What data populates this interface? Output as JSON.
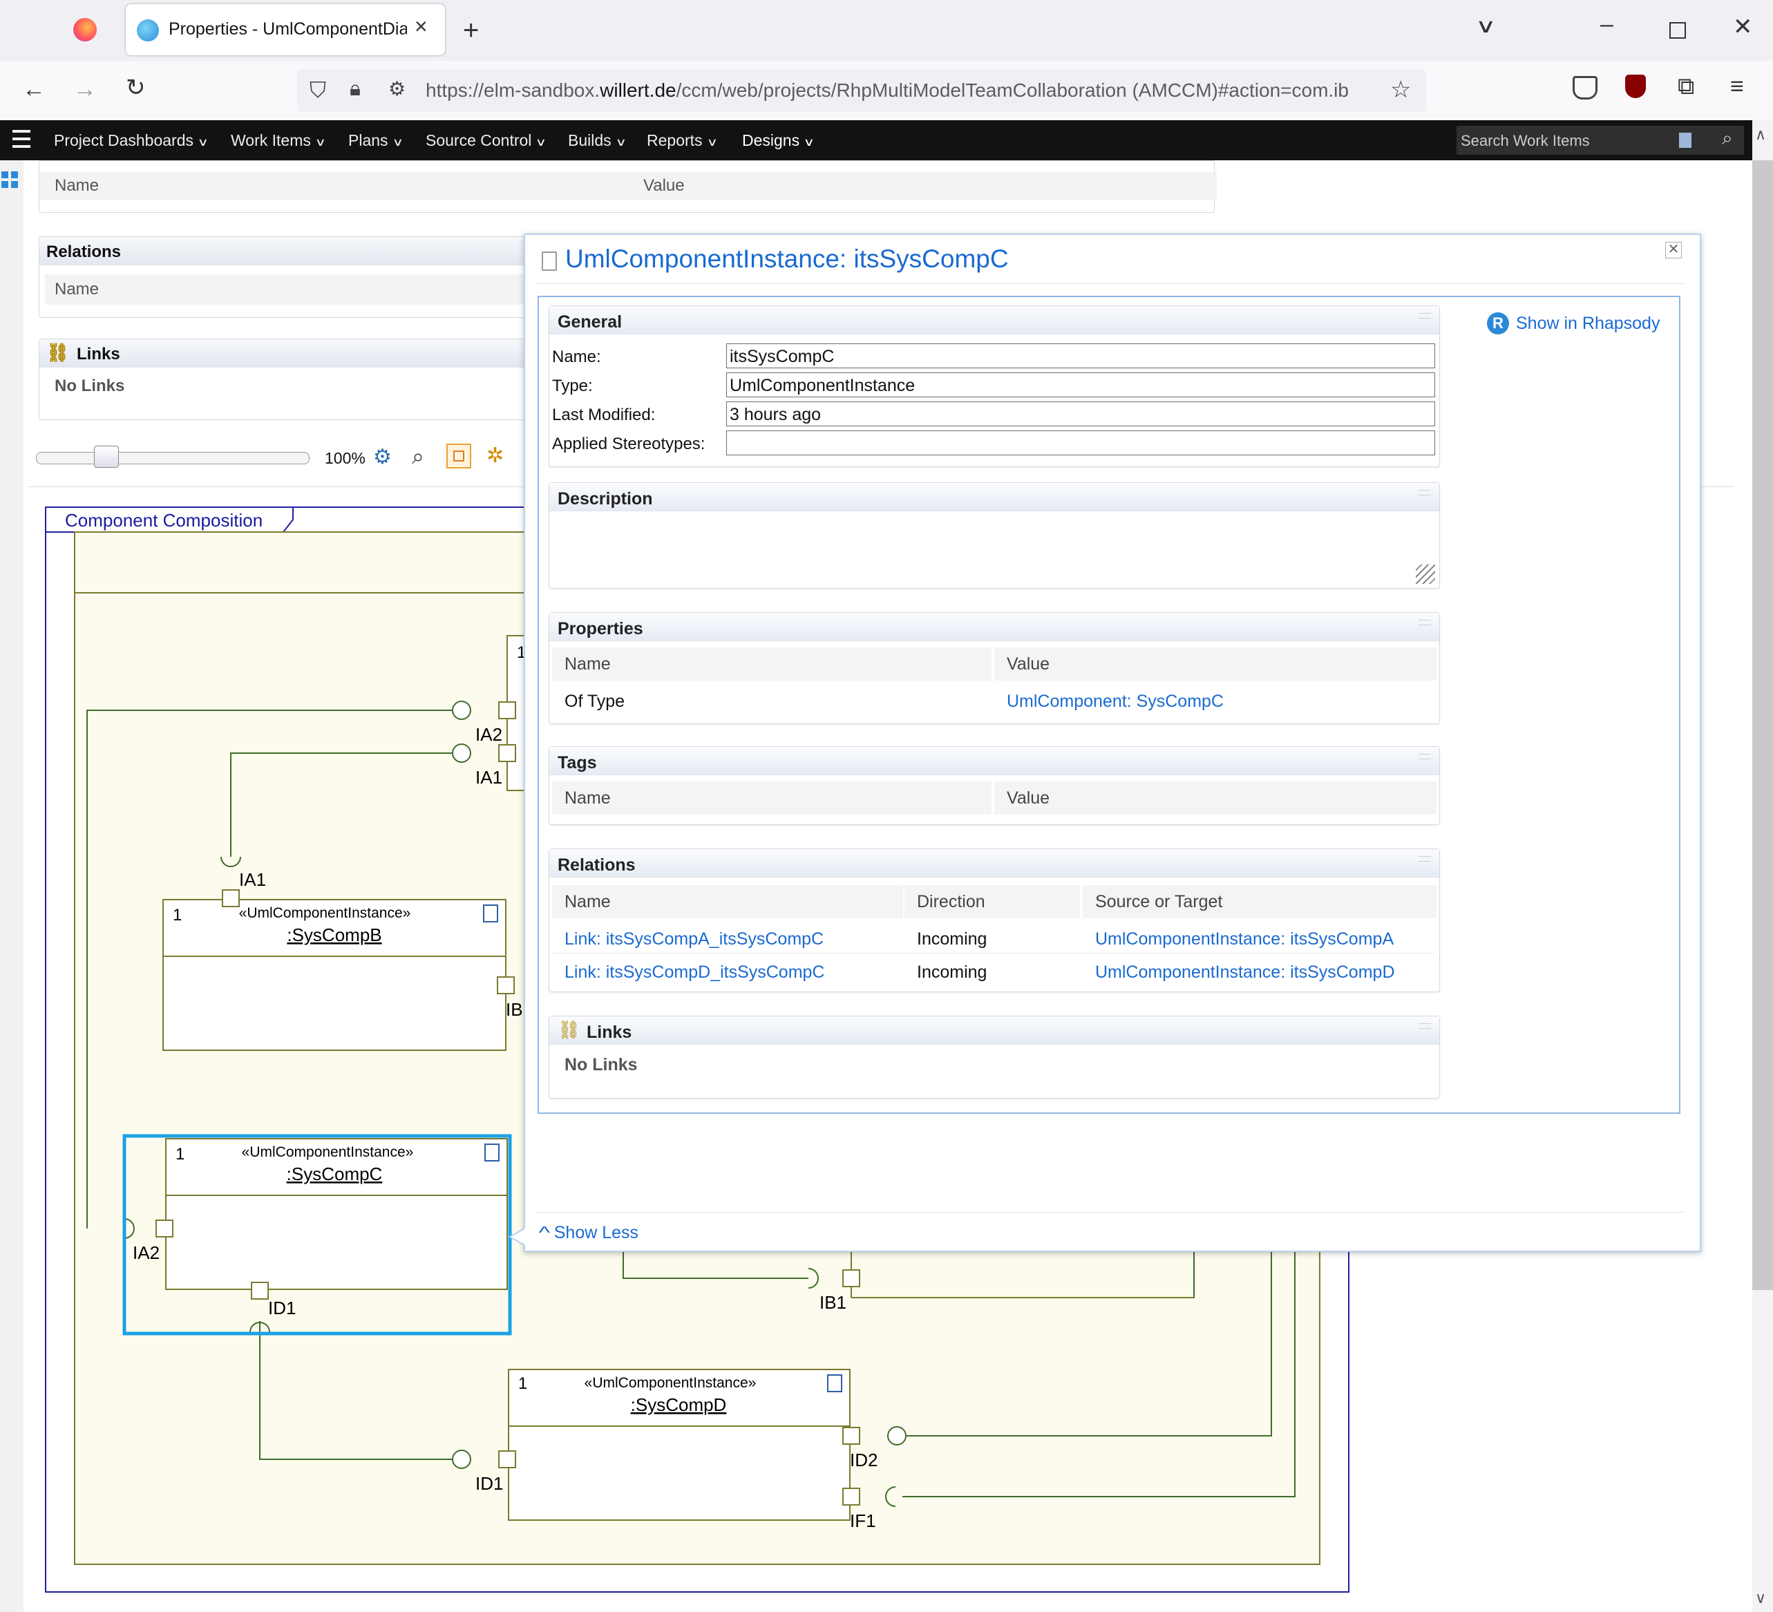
{
  "browser": {
    "tab_title": "Properties - UmlComponentDia",
    "url_prefix": "https://elm-sandbox.",
    "url_domain": "willert.de",
    "url_path": "/ccm/web/projects/RhpMultiModelTeamCollaboration (AMCCM)#action=com.ib"
  },
  "appnav": {
    "items": [
      "Project Dashboards",
      "Work Items",
      "Plans",
      "Source Control",
      "Builds",
      "Reports",
      "Designs"
    ],
    "search_placeholder": "Search Work Items"
  },
  "background": {
    "top_table": {
      "col_name": "Name",
      "col_value": "Value"
    },
    "relations_title": "Relations",
    "relations_col": "Name",
    "links_title": "Links",
    "no_links": "No Links",
    "zoom": "100%"
  },
  "diagram": {
    "frame_title": "Component Composition",
    "stereotype": "«UmlComponentInstance»",
    "multiplicity": "1",
    "parts": [
      ":SysCompB",
      ":SysCompC",
      ":SysCompD"
    ],
    "ports": {
      "ia2": "IA2",
      "ia1": "IA1",
      "ib": "IB",
      "ib1": "IB1",
      "id1": "ID1",
      "id2": "ID2",
      "if1": "IF1"
    }
  },
  "popup": {
    "title": "UmlComponentInstance: itsSysCompC",
    "show_in": "Show in Rhapsody",
    "show_less": "Show Less",
    "general": {
      "title": "General",
      "name_label": "Name:",
      "name_value": "itsSysCompC",
      "type_label": "Type:",
      "type_value": "UmlComponentInstance",
      "modified_label": "Last Modified:",
      "modified_value": "3 hours ago",
      "stereo_label": "Applied Stereotypes:",
      "stereo_value": ""
    },
    "description": {
      "title": "Description"
    },
    "properties": {
      "title": "Properties",
      "col_name": "Name",
      "col_value": "Value",
      "rows": [
        {
          "name": "Of Type",
          "value": "UmlComponent: SysCompC"
        }
      ]
    },
    "tags": {
      "title": "Tags",
      "col_name": "Name",
      "col_value": "Value"
    },
    "relations": {
      "title": "Relations",
      "col_name": "Name",
      "col_direction": "Direction",
      "col_source": "Source or Target",
      "rows": [
        {
          "name": "Link: itsSysCompA_itsSysCompC",
          "direction": "Incoming",
          "target": "UmlComponentInstance: itsSysCompA"
        },
        {
          "name": "Link: itsSysCompD_itsSysCompC",
          "direction": "Incoming",
          "target": "UmlComponentInstance: itsSysCompD"
        }
      ]
    },
    "links": {
      "title": "Links",
      "empty": "No Links"
    }
  }
}
